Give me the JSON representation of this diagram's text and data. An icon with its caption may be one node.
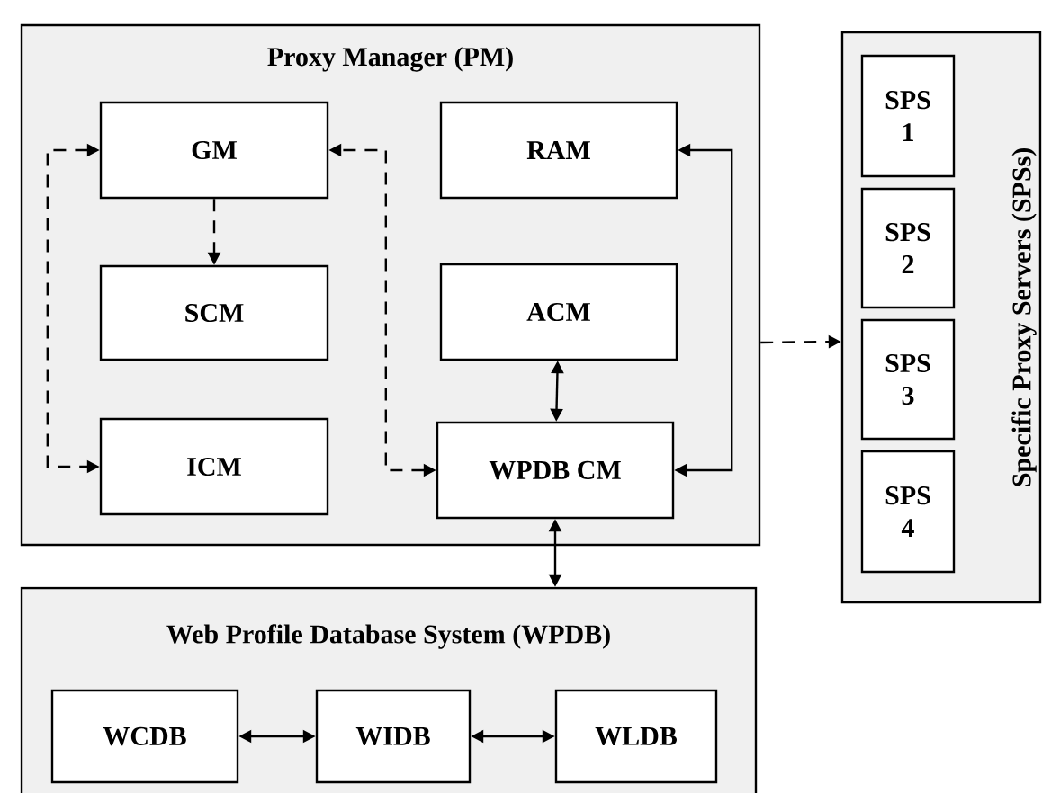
{
  "diagram": {
    "nodes": [
      {
        "text": [
          "Proxy Manager (PM)"
        ]
      },
      {
        "text": [
          "GM"
        ],
        "in": 0
      },
      {
        "text": [
          "RAM"
        ],
        "in": 0
      },
      {
        "text": [
          "SCM"
        ],
        "in": 0
      },
      {
        "text": [
          "ACM"
        ],
        "in": 0
      },
      {
        "text": [
          "ICM"
        ],
        "in": 0
      },
      {
        "text": [
          "WPDB CM"
        ],
        "in": 0
      },
      {
        "text": [
          "Specific Proxy Servers (SPSs)"
        ]
      },
      {
        "text": [
          "SPS 1"
        ],
        "in": 7
      },
      {
        "text": [
          "SPS 2"
        ],
        "in": 7
      },
      {
        "text": [
          "SPS 3"
        ],
        "in": 7
      },
      {
        "text": [
          "SPS 4"
        ],
        "in": 7
      },
      {
        "text": [
          "Web Profile Database System (WPDB)"
        ]
      },
      {
        "text": [
          "WCDB"
        ],
        "in": 12
      },
      {
        "text": [
          "WIDB"
        ],
        "in": 12
      },
      {
        "text": [
          "WLDB"
        ],
        "in": 12
      }
    ],
    "edges": [
      {
        "from": 1,
        "to": 5,
        "arrow": "both",
        "style": "dashed"
      },
      {
        "from": 1,
        "to": 3,
        "arrow": "to",
        "style": "dashed"
      },
      {
        "from": 6,
        "to": 1,
        "arrow": "both",
        "style": "dashed"
      },
      {
        "from": 2,
        "to": 6,
        "arrow": "both"
      },
      {
        "from": 4,
        "to": 6,
        "arrow": "both"
      },
      {
        "from": 0,
        "to": 7,
        "arrow": "to",
        "style": "dashed"
      },
      {
        "from": 6,
        "to": 12,
        "arrow": "both"
      },
      {
        "from": 13,
        "to": 14,
        "arrow": "both"
      },
      {
        "from": 14,
        "to": 15,
        "arrow": "both"
      }
    ]
  }
}
